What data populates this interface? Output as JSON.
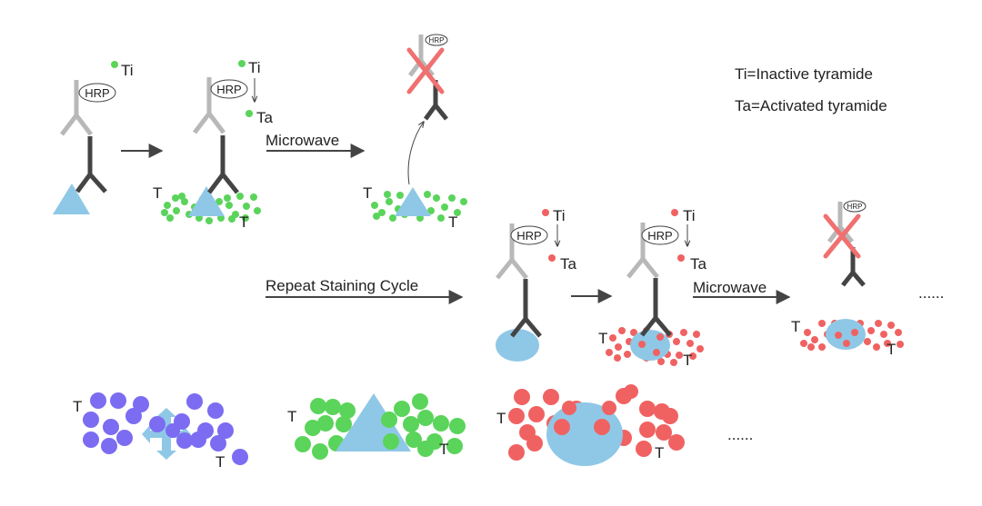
{
  "legend": {
    "ti": "Ti=Inactive tyramide",
    "ta": "Ta=Activated tyramide"
  },
  "labels": {
    "hrp": "HRP",
    "ti": "Ti",
    "ta": "Ta",
    "t": "T",
    "microwave": "Microwave",
    "repeat": "Repeat Staining Cycle",
    "ellipsis": "......"
  },
  "colors": {
    "green": "#5ad45a",
    "red": "#f06262",
    "purple": "#7b6cf2",
    "antigen_blue": "#8fc8e6",
    "primary_ab": "#444444",
    "secondary_ab": "#b8b8b8",
    "cross": "#f07070",
    "arrow": "#444444"
  },
  "icons": {
    "triangle": "triangle-antigen-icon",
    "ellipse": "ellipse-antigen-icon",
    "cross": "cross-antigen-icon",
    "antibody": "antibody-icon"
  }
}
